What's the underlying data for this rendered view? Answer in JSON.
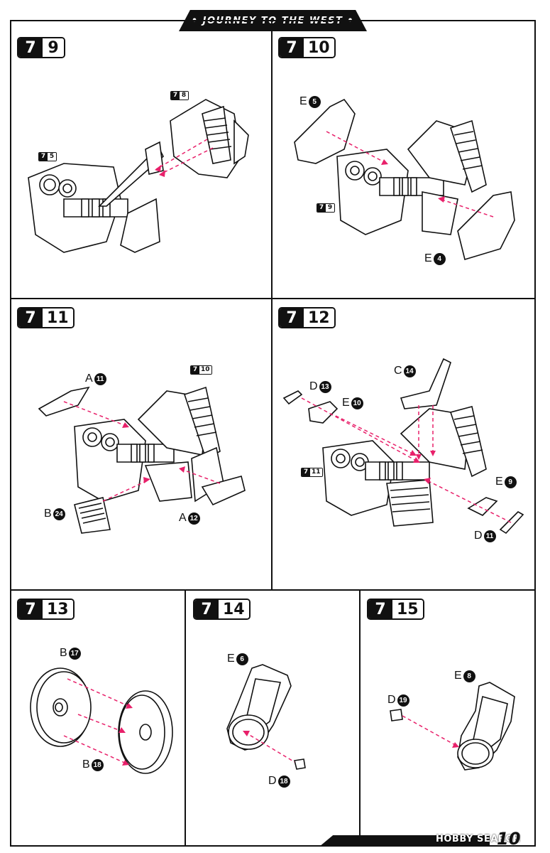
{
  "header": {
    "title": "• JOURNEY TO THE WEST •"
  },
  "page_number": "10",
  "watermark": "HOBBY SEARCH",
  "colors": {
    "arrow": "#e8206a",
    "ink": "#111111"
  },
  "steps": [
    {
      "major": "7",
      "minor": "9",
      "refs": [
        {
          "major": "7",
          "minor": "8"
        },
        {
          "major": "7",
          "minor": "5"
        }
      ],
      "parts": []
    },
    {
      "major": "7",
      "minor": "10",
      "refs": [
        {
          "major": "7",
          "minor": "9"
        }
      ],
      "parts": [
        {
          "letter": "E",
          "num": "5"
        },
        {
          "letter": "E",
          "num": "4"
        }
      ]
    },
    {
      "major": "7",
      "minor": "11",
      "refs": [
        {
          "major": "7",
          "minor": "10"
        }
      ],
      "parts": [
        {
          "letter": "A",
          "num": "11"
        },
        {
          "letter": "B",
          "num": "24"
        },
        {
          "letter": "A",
          "num": "12"
        }
      ]
    },
    {
      "major": "7",
      "minor": "12",
      "refs": [
        {
          "major": "7",
          "minor": "11"
        }
      ],
      "parts": [
        {
          "letter": "C",
          "num": "14"
        },
        {
          "letter": "D",
          "num": "13"
        },
        {
          "letter": "E",
          "num": "10"
        },
        {
          "letter": "E",
          "num": "9"
        },
        {
          "letter": "D",
          "num": "11"
        }
      ]
    },
    {
      "major": "7",
      "minor": "13",
      "refs": [],
      "parts": [
        {
          "letter": "B",
          "num": "17"
        },
        {
          "letter": "B",
          "num": "18"
        }
      ]
    },
    {
      "major": "7",
      "minor": "14",
      "refs": [],
      "parts": [
        {
          "letter": "E",
          "num": "6"
        },
        {
          "letter": "D",
          "num": "18"
        }
      ]
    },
    {
      "major": "7",
      "minor": "15",
      "refs": [],
      "parts": [
        {
          "letter": "E",
          "num": "8"
        },
        {
          "letter": "D",
          "num": "19"
        }
      ]
    }
  ]
}
